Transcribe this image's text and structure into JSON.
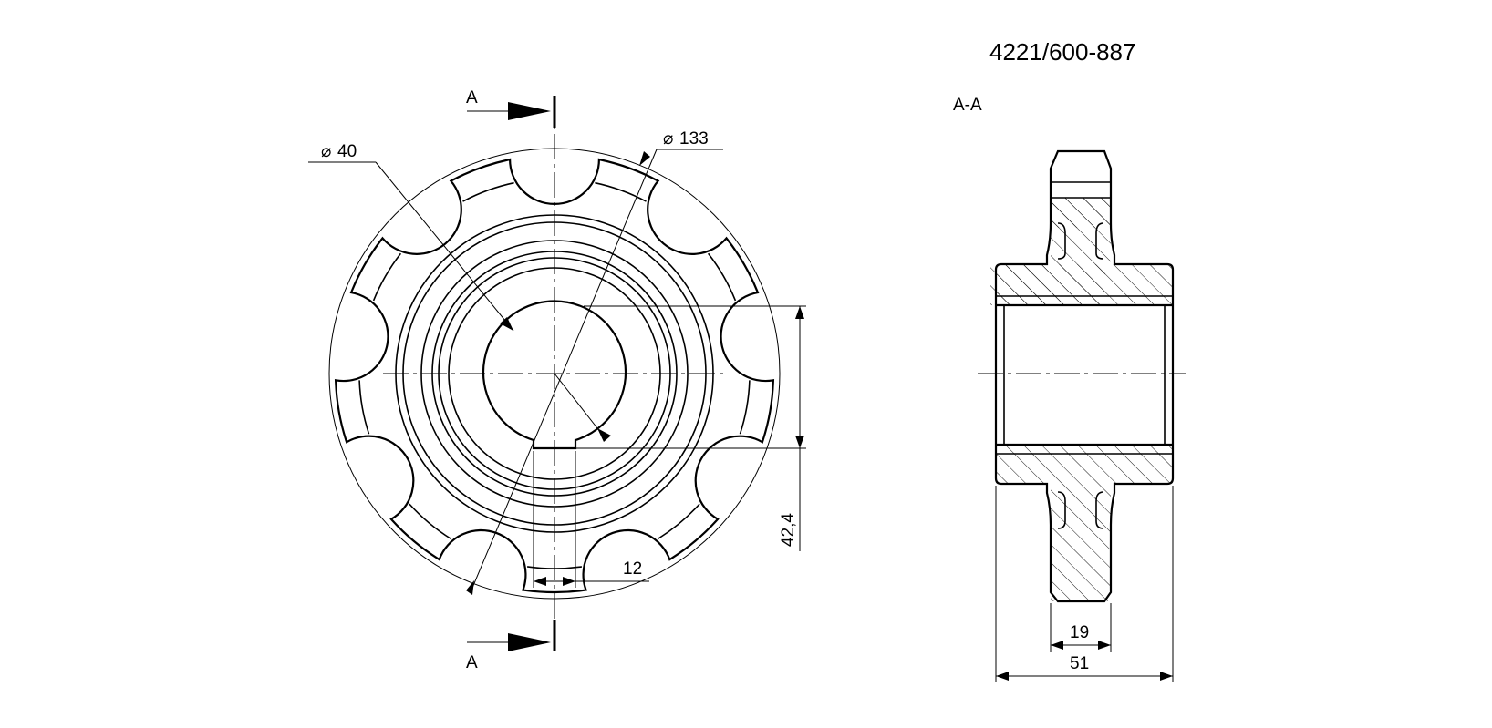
{
  "drawing": {
    "part_number": "4221/600-887",
    "section_label": "A-A",
    "cut_mark_top": "A",
    "cut_mark_bottom": "A",
    "dimensions": {
      "bore_diameter": "40",
      "outer_diameter": "133",
      "keyway_width": "12",
      "keyway_depth": "42,4",
      "tooth_width": "19",
      "hub_width": "51"
    },
    "sprocket": {
      "teeth": 9
    }
  }
}
